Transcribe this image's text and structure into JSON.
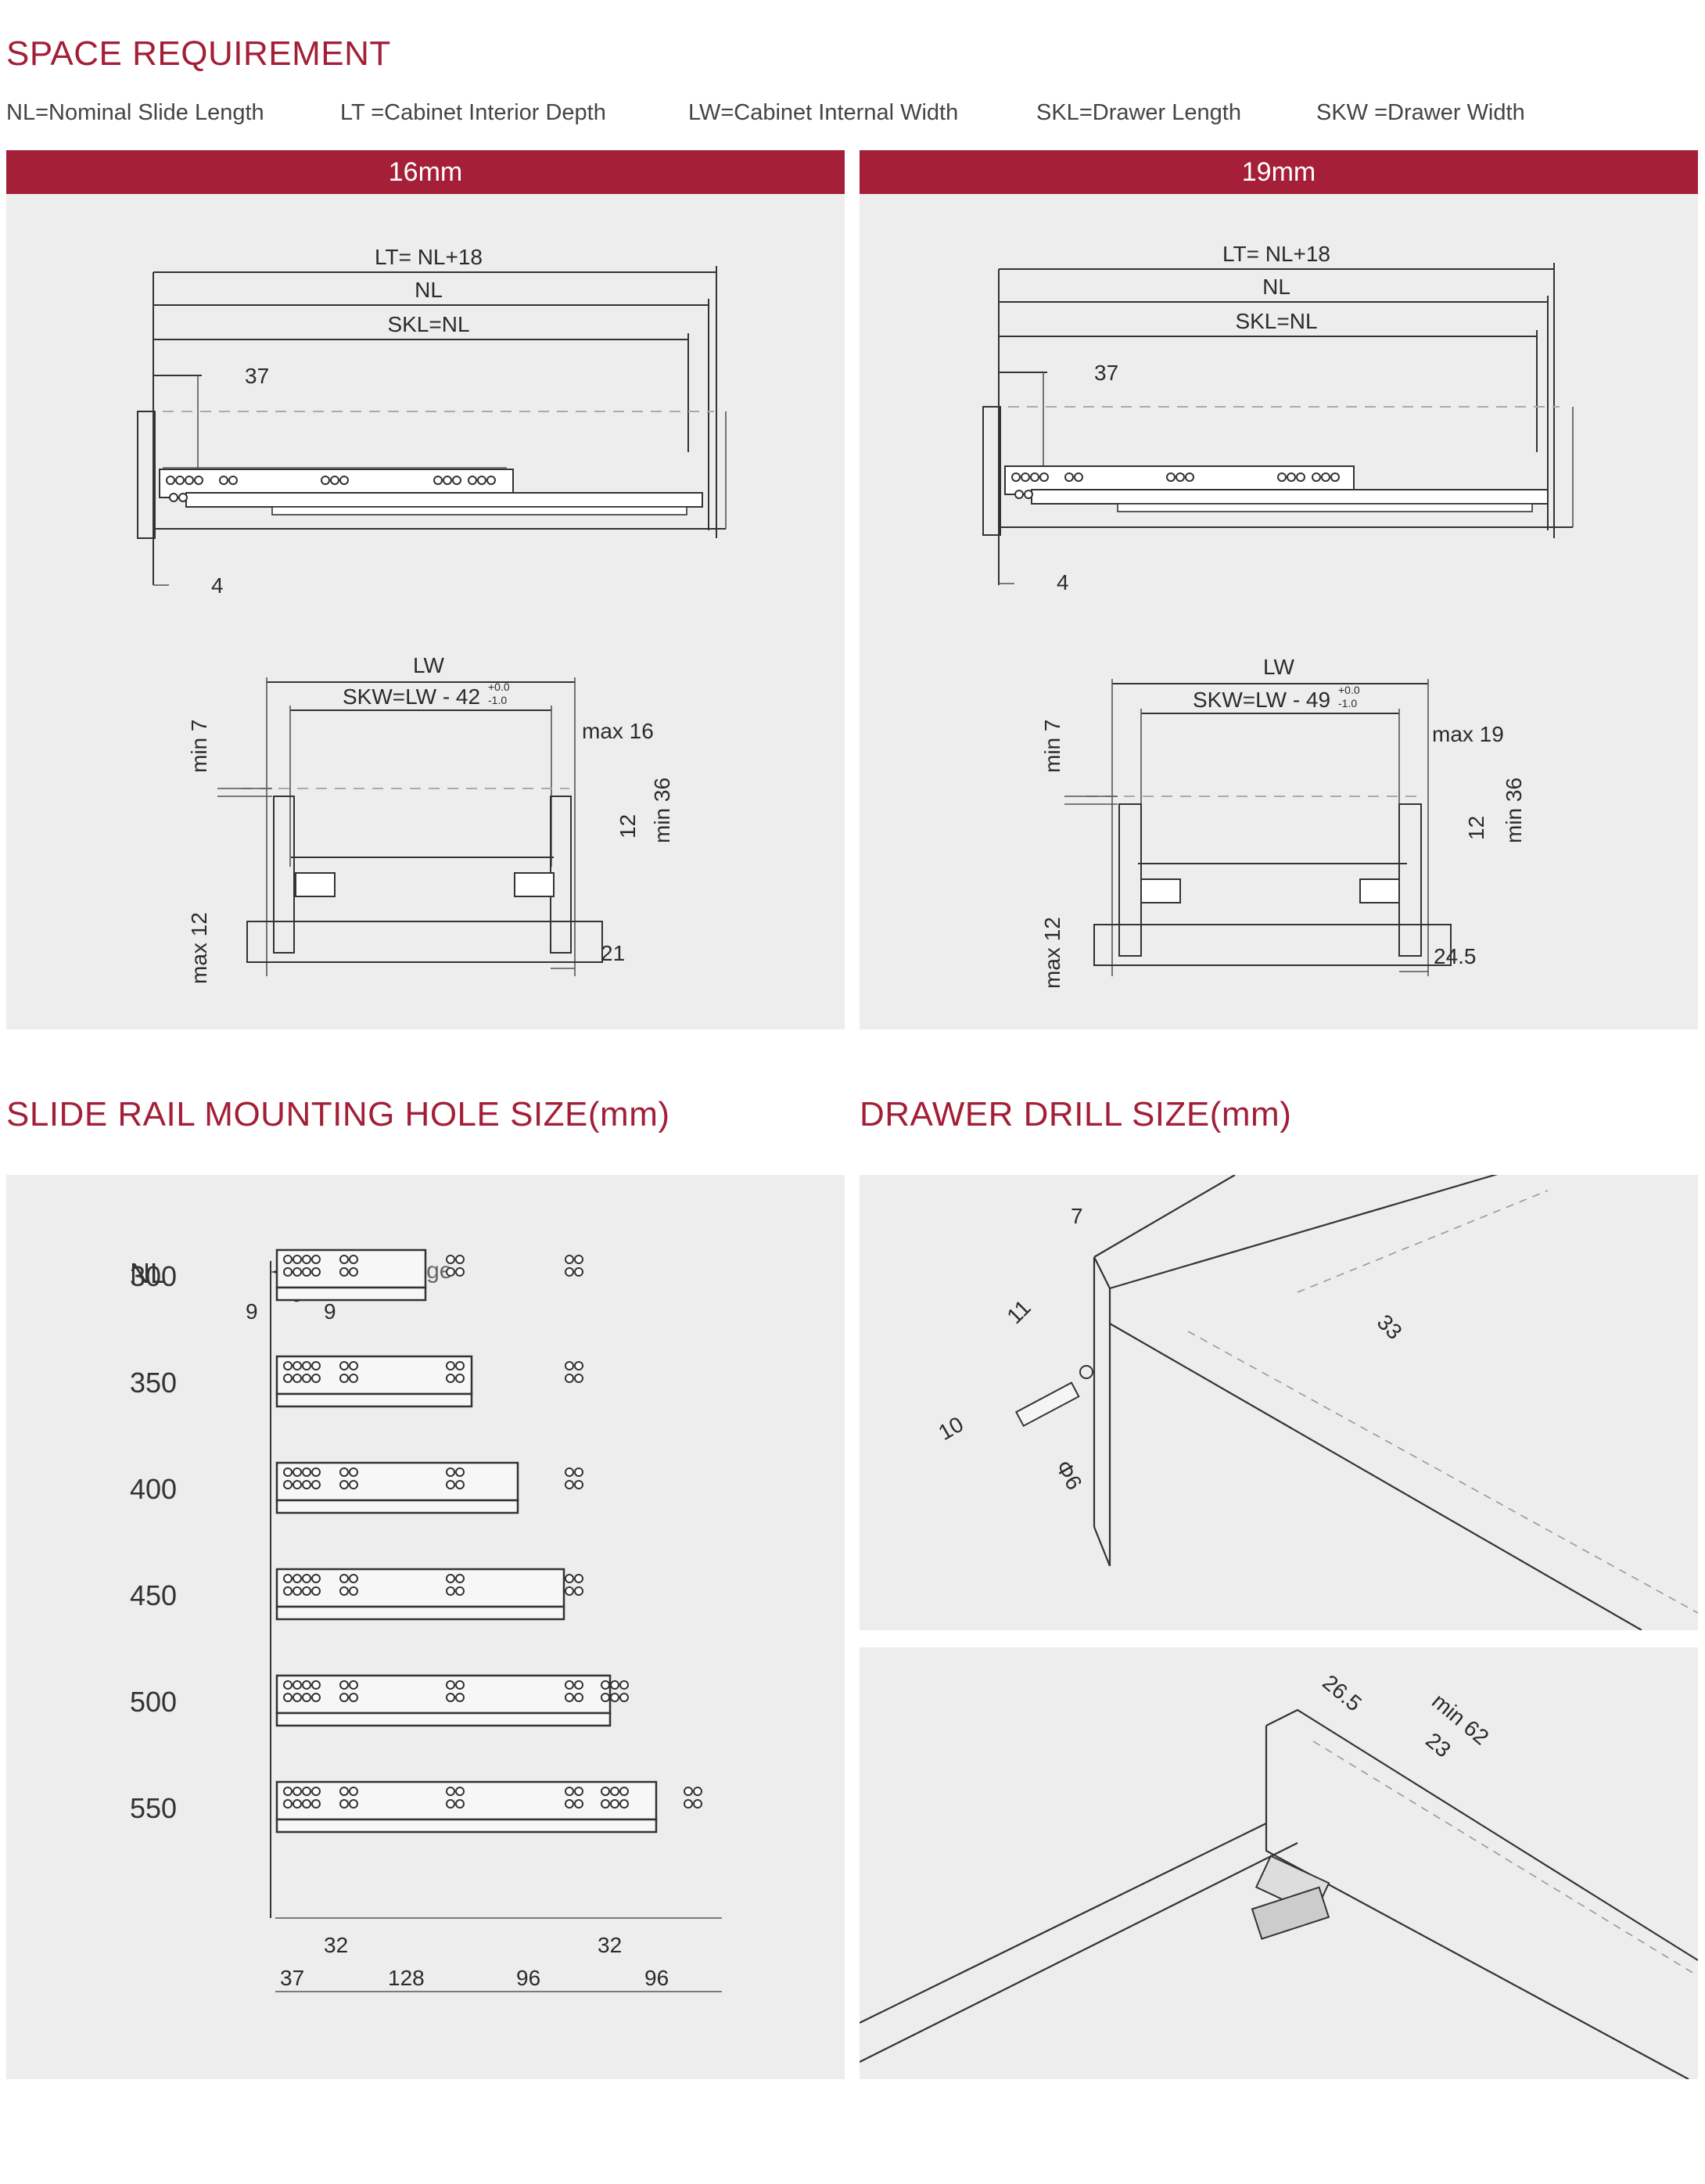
{
  "space_requirement": {
    "title": "SPACE REQUIREMENT",
    "legend": [
      "NL=Nominal Slide Length",
      "LT =Cabinet Interior Depth",
      "LW=Cabinet Internal Width",
      "SKL=Drawer Length",
      "SKW =Drawer Width"
    ],
    "panels": [
      {
        "header": "16mm",
        "side": {
          "lt": "LT= NL+18",
          "nl": "NL",
          "skl": "SKL=NL",
          "offset": "37",
          "bottom": "4"
        },
        "front": {
          "lw": "LW",
          "skw": "SKW=LW - 42",
          "tol_top": "+0.0",
          "tol_bot": "-1.0",
          "max_side": "max 16",
          "min_top": "min 7",
          "min_height": "min 36",
          "rail_height": "12",
          "max_bottom": "max 12",
          "side_clear": "21"
        }
      },
      {
        "header": "19mm",
        "side": {
          "lt": "LT= NL+18",
          "nl": "NL",
          "skl": "SKL=NL",
          "offset": "37",
          "bottom": "4"
        },
        "front": {
          "lw": "LW",
          "skw": "SKW=LW - 49",
          "tol_top": "+0.0",
          "tol_bot": "-1.0",
          "max_side": "max 19",
          "min_top": "min 7",
          "min_height": "min 36",
          "rail_height": "12",
          "max_bottom": "max 12",
          "side_clear": "24.5"
        }
      }
    ]
  },
  "mounting": {
    "title": "SLIDE RAIL MOUNTING HOLE SIZE(mm)",
    "nl_label": "NL",
    "cabinet_edge": "Cabinet edge",
    "top_dims": [
      "9",
      "9",
      "9"
    ],
    "lengths": [
      "300",
      "350",
      "400",
      "450",
      "500",
      "550"
    ],
    "bottom_dims_upper": [
      "32",
      "32"
    ],
    "bottom_dims_lower": [
      "37",
      "128",
      "96",
      "96"
    ]
  },
  "drill": {
    "title": "DRAWER DRILL SIZE(mm)",
    "upper_dims": [
      "7",
      "11",
      "33",
      "10",
      "Φ6"
    ],
    "lower_dims": [
      "26.5",
      "min 62",
      "23"
    ]
  }
}
